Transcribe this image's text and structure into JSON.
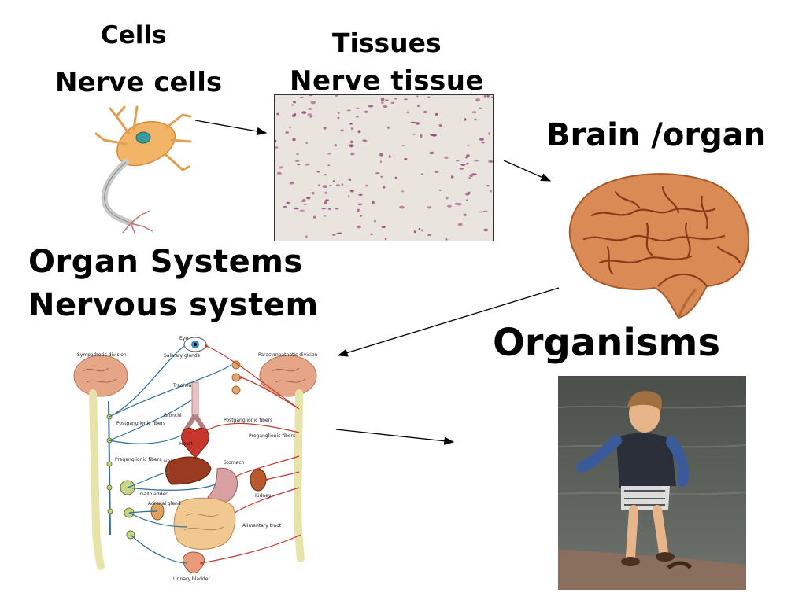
{
  "labels": {
    "cells": "Cells",
    "nerve_cells": "Nerve cells",
    "tissues": "Tissues",
    "nerve_tissue": "Nerve tissue",
    "brain_organ": "Brain /organ",
    "organ_systems": "Organ Systems",
    "nervous_system": "Nervous system",
    "organisms": "Organisms"
  },
  "nervous_diagram": {
    "left_title": "Sympathetic division",
    "right_title": "Parasympathetic division",
    "eye": "Eye",
    "salivary": "Salivary glands",
    "trachea": "Trachea",
    "bronchi": "Bronchi",
    "postganglionic_left": "Postganglionic fibers",
    "postganglionic_right": "Postganglionic fibers",
    "preganglionic_left": "Preganglionic fibers",
    "preganglionic_right": "Preganglionic fibers",
    "heart": "Heart",
    "liver": "Liver",
    "gallbladder": "Gallbladder",
    "stomach": "Stomach",
    "adrenal": "Adrenal gland",
    "kidney": "Kidney",
    "alimentary": "Alimentary tract",
    "bladder": "Urinary bladder"
  },
  "colors": {
    "neuron": "#f0b060",
    "brain": "#d98a55",
    "tissue_bg": "#e9e4de",
    "tissue_nuclei": "#9a4a7a",
    "nerve_blue": "#2f6f9a",
    "nerve_red": "#c0392b"
  }
}
